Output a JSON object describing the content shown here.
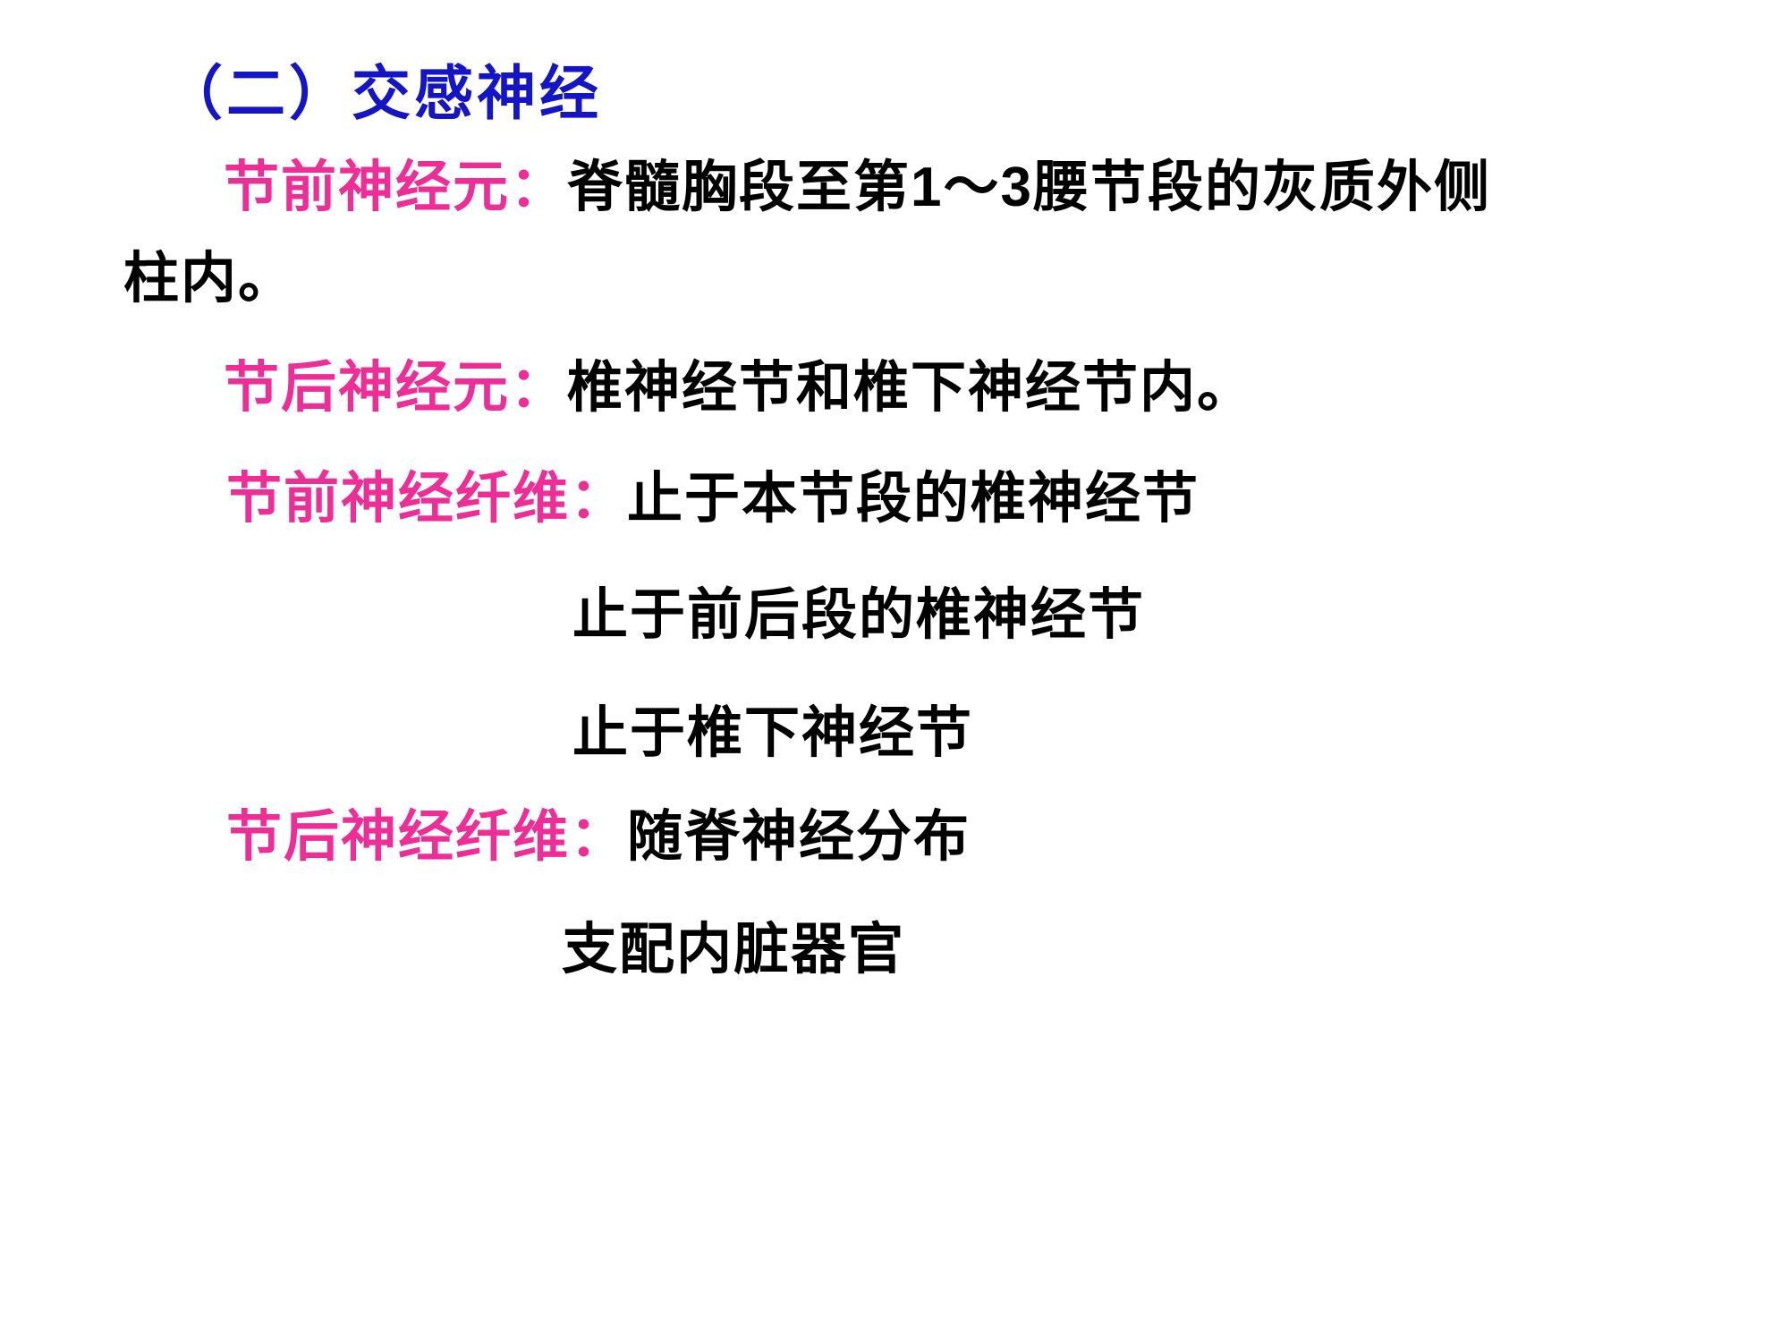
{
  "slide": {
    "title": "（二）交感神经",
    "colors": {
      "title": "#1515c8",
      "label": "#ee2d96",
      "body": "#000000",
      "background": "#ffffff"
    },
    "sections": [
      {
        "label": "节前神经元：",
        "text": "脊髓胸段至第1～3腰节段的灰质外侧",
        "continuation": "柱内。"
      },
      {
        "label": "节后神经元：",
        "text": "椎神经节和椎下神经节内。"
      },
      {
        "label": "节前神经纤维：",
        "text": "止于本节段的椎神经节",
        "sub": [
          "止于前后段的椎神经节",
          "止于椎下神经节"
        ]
      },
      {
        "label": "节后神经纤维：",
        "text": "随脊神经分布",
        "sub": [
          "支配内脏器官"
        ]
      }
    ]
  }
}
